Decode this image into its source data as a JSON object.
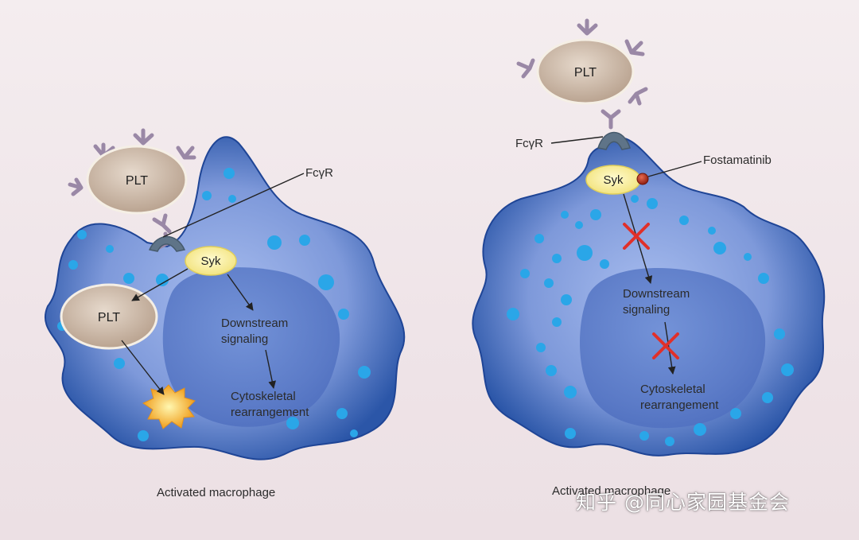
{
  "labels": {
    "plt": "PLT",
    "fcgr": "FcγR",
    "syk": "Syk",
    "downstream_line1": "Downstream",
    "downstream_line2": "signaling",
    "cyto_line1": "Cytoskeletal",
    "cyto_line2": "rearrangement",
    "fostamatinib": "Fostamatinib",
    "caption_left": "Activated macrophage",
    "caption_right": "Activated macrophage"
  },
  "watermark": "知乎 @同心家园基金会",
  "colors": {
    "background": "#f1e7ea",
    "cell_outer": "#2a55a8",
    "cell_inner": "#8fa8e0",
    "nucleus": "#5b7bc8",
    "vesicle": "#2aa6e8",
    "platelet": "#cdb9a6",
    "syk": "#f6ec8a",
    "antibody": "#9a88a6",
    "receptor": "#5f7488",
    "inhibition_mark": "#e0302a",
    "drug": "#b32a1a"
  }
}
